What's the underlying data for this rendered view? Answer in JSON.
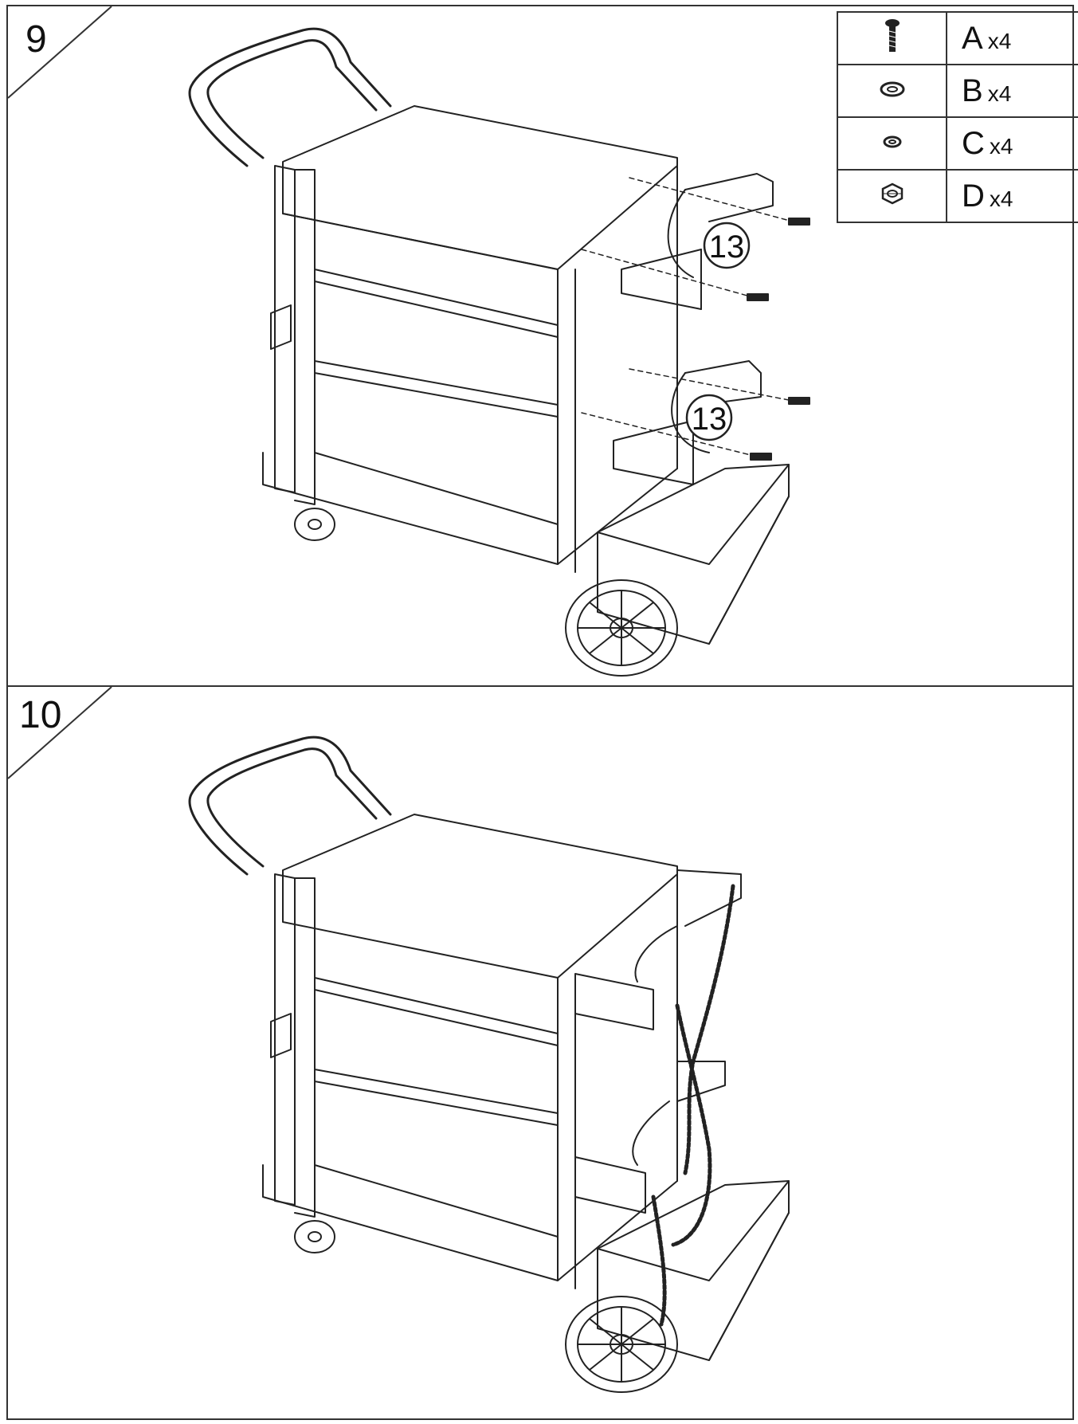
{
  "steps": [
    {
      "number": "9"
    },
    {
      "number": "10"
    }
  ],
  "parts": [
    {
      "letter": "A",
      "qty": "x4",
      "icon": "screw-icon"
    },
    {
      "letter": "B",
      "qty": "x4",
      "icon": "large-washer-icon"
    },
    {
      "letter": "C",
      "qty": "x4",
      "icon": "lock-washer-icon"
    },
    {
      "letter": "D",
      "qty": "x4",
      "icon": "hex-nut-icon"
    }
  ],
  "callouts": [
    "13",
    "13"
  ],
  "colors": {
    "line": "#222222",
    "background": "#ffffff",
    "border": "#333333"
  }
}
